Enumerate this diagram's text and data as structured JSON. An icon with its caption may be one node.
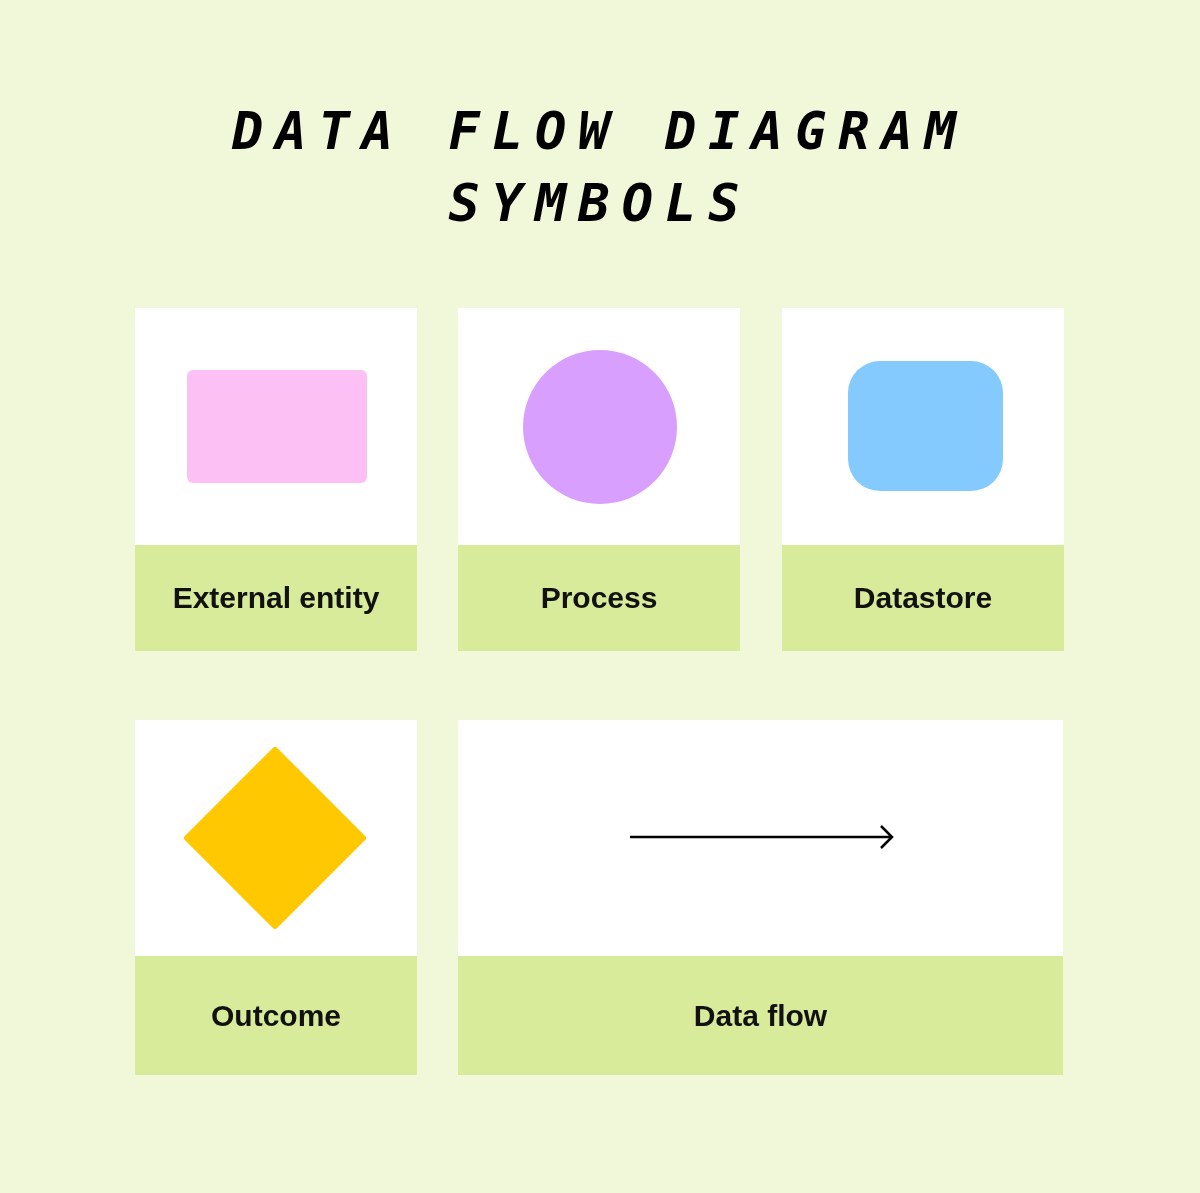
{
  "diagram": {
    "title": "DATA FLOW DIAGRAM SYMBOLS",
    "nodes": [
      {
        "text": [
          "External entity"
        ]
      },
      {
        "text": [],
        "shape": "box",
        "in": 0
      },
      {
        "text": [
          "Process"
        ]
      },
      {
        "text": [],
        "shape": "circle",
        "in": 2
      },
      {
        "text": [
          "Datastore"
        ]
      },
      {
        "text": [],
        "shape": "box",
        "in": 4
      },
      {
        "text": [
          "Outcome"
        ]
      },
      {
        "text": [],
        "shape": "diamond",
        "in": 6
      },
      {
        "text": [
          "Data flow"
        ]
      },
      {
        "text": [],
        "shape": "arrow",
        "in": 8
      }
    ]
  }
}
